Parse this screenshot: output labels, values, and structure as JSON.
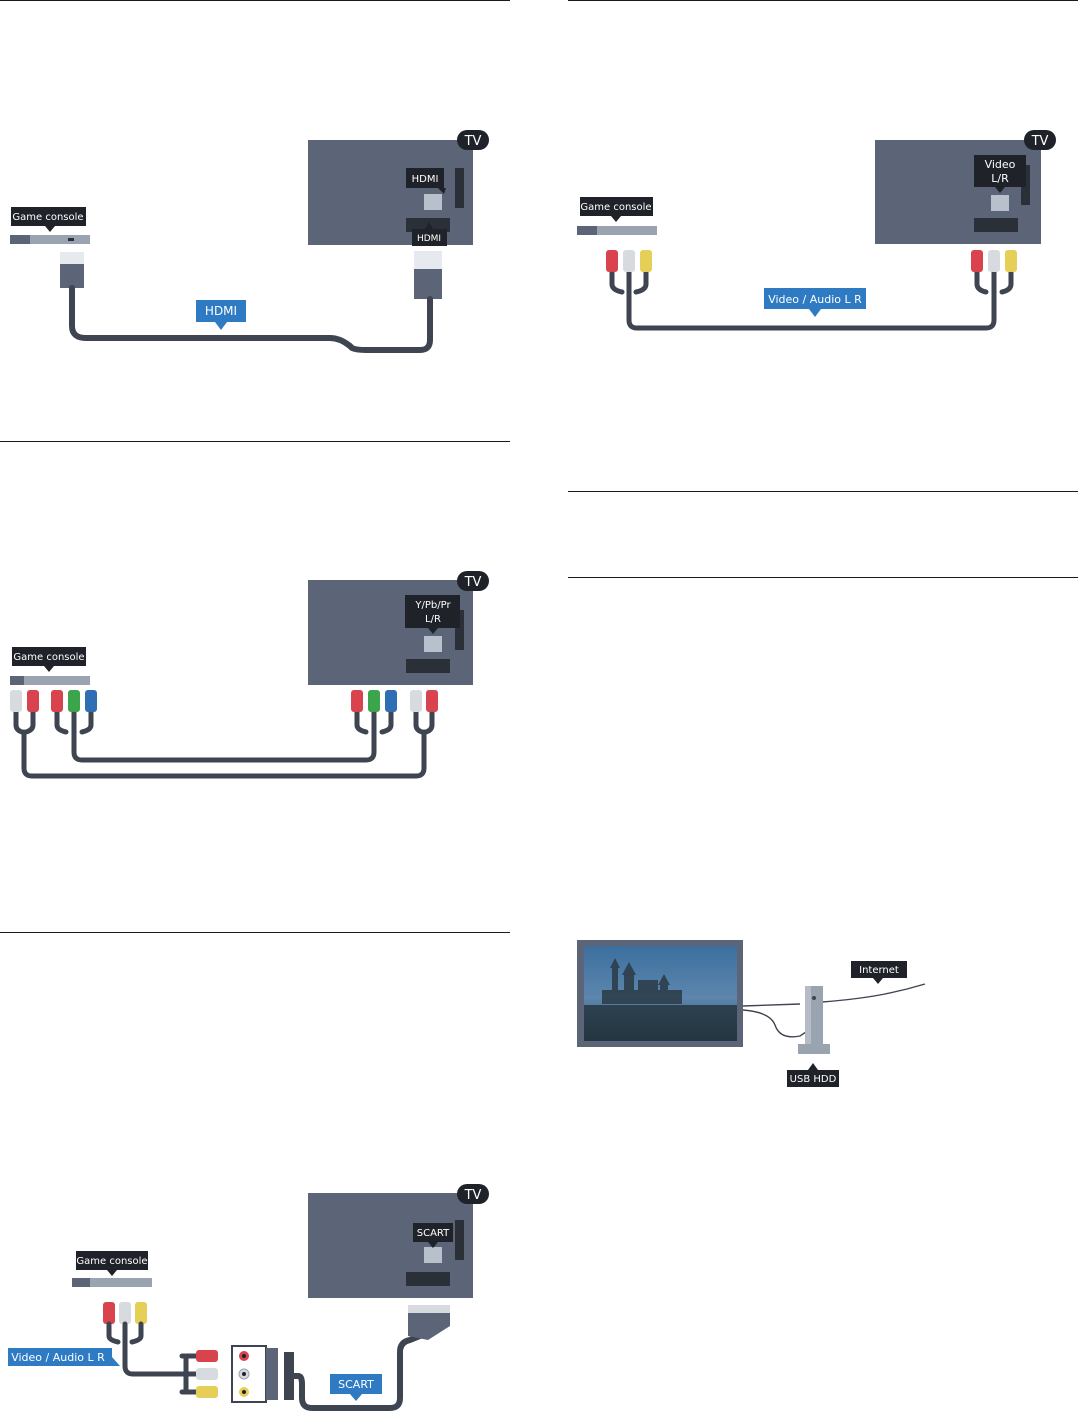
{
  "labels": {
    "tv": "TV",
    "game_console": "Game console",
    "hdmi": "HDMI",
    "ypbpr_line1": "Y/Pb/Pr",
    "ypbpr_line2": "L/R",
    "scart": "SCART",
    "video_audio_lr": "Video / Audio L R",
    "video_line1": "Video",
    "video_line2": "L/R",
    "internet": "Internet",
    "usb_hdd": "USB HDD"
  },
  "colors": {
    "tv_body": "#5b6577",
    "label_dark": "#1f2329",
    "label_blue": "#2e7bc4",
    "cable": "#3e4550",
    "plug_red": "#d9434e",
    "plug_white": "#d7dbe0",
    "plug_yellow": "#e6cf57",
    "plug_green": "#3aa54a",
    "plug_blue": "#2f6db5"
  }
}
